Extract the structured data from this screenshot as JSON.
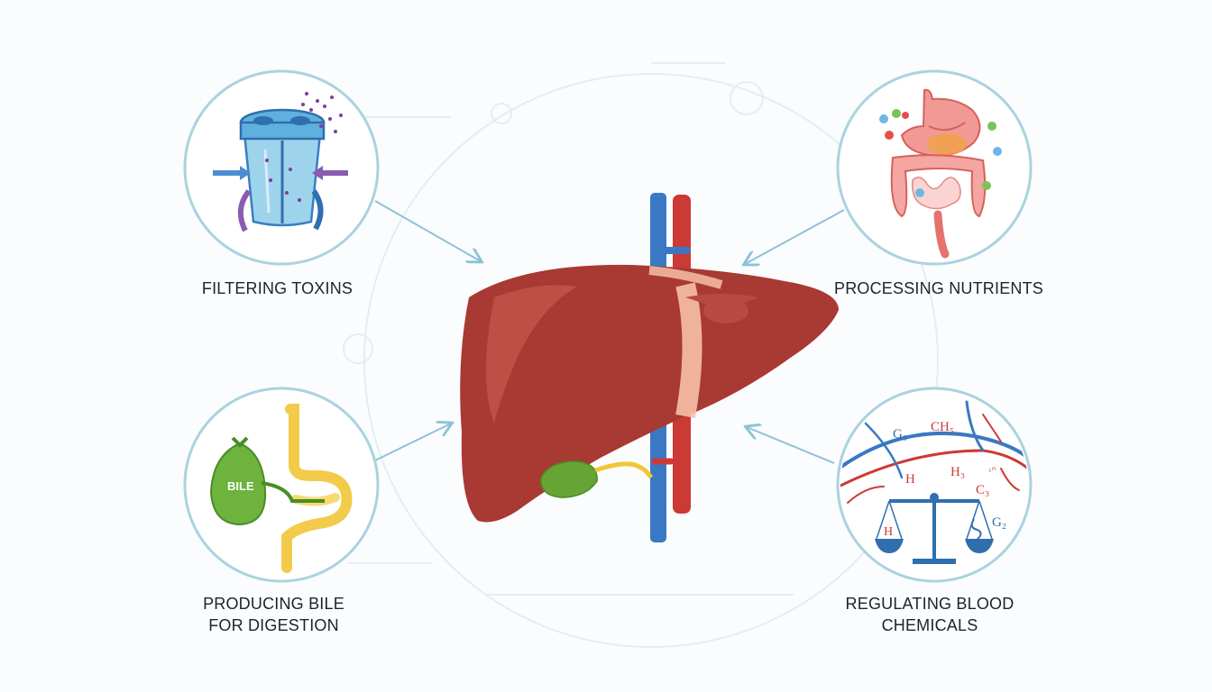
{
  "labels": {
    "filtering": "FILTERING TOXINS",
    "nutrients": "PROCESSING NUTRIENTS",
    "bile_line1": "PRODUCING BILE",
    "bile_line2": "FOR DIGESTION",
    "blood_line1": "REGULATING BLOOD",
    "blood_line2": "CHEMICALS"
  },
  "icon_text": {
    "bile_sac": "BILE",
    "chem_g3": "G₃",
    "chem_ch5": "CH₅",
    "chem_h": "H",
    "chem_h3": "H₃",
    "chem_c3": "C₃",
    "chem_g2": "G₂",
    "chem_small": "₁ₙ",
    "scale_h": "H"
  },
  "colors": {
    "circle_border": "#a9d3df",
    "arrow": "#8cc3d6",
    "liver": "#a83a33",
    "liver_highlight": "#c4574c",
    "vein": "#3a78c3",
    "artery": "#cc3a36",
    "gallbladder": "#66a436",
    "bile_duct": "#f0c636"
  }
}
